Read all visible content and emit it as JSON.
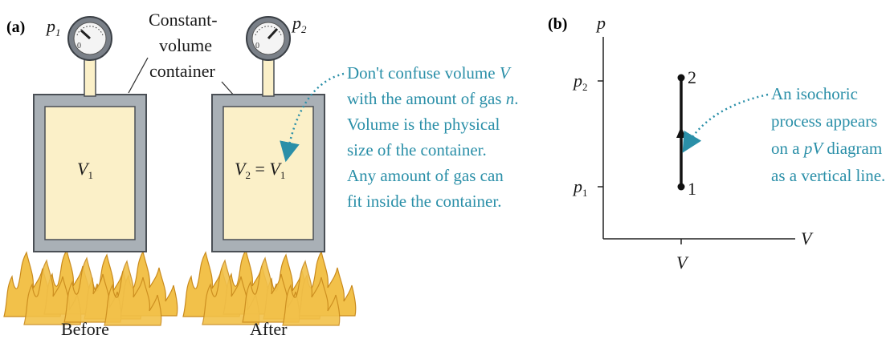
{
  "panel_a": {
    "label": "(a)",
    "before": {
      "gauge_label": "p",
      "gauge_sub": "1",
      "volume_label": "V",
      "volume_sub": "1",
      "caption": "Before"
    },
    "after": {
      "gauge_label": "p",
      "gauge_sub": "2",
      "volume_v2": "V",
      "volume_v2_sub": "2",
      "equals": " = ",
      "volume_v1": "V",
      "volume_v1_sub": "1",
      "caption": "After"
    },
    "container_callout": [
      "Constant-",
      "volume",
      "container"
    ],
    "note": {
      "line1_pre": "Don't confuse volume ",
      "line1_var": "V",
      "line2_pre": "with the amount of gas ",
      "line2_var": "n",
      "line2_post": ".",
      "line3": "Volume is the physical",
      "line4": "size of the container.",
      "line5": "Any amount of gas can",
      "line6": "fit inside the container."
    }
  },
  "panel_b": {
    "label": "(b)",
    "y_axis_label": "p",
    "x_axis_label": "V",
    "tick_y_high": "p",
    "tick_y_high_sub": "2",
    "tick_y_low": "p",
    "tick_y_low_sub": "1",
    "tick_x": "V",
    "point_start": "1",
    "point_end": "2",
    "note": {
      "line1": "An isochoric",
      "line2": "process appears",
      "line3_pre": "on a ",
      "line3_var": "pV",
      "line3_post": " diagram",
      "line4": "as a vertical line."
    }
  },
  "colors": {
    "container_wall": "#a9b0b6",
    "container_edge": "#4a4f55",
    "gas": "#fbf0c8",
    "flame": "#f2c14a",
    "flame_dark": "#c98a1c",
    "note": "#2a8fa8"
  }
}
